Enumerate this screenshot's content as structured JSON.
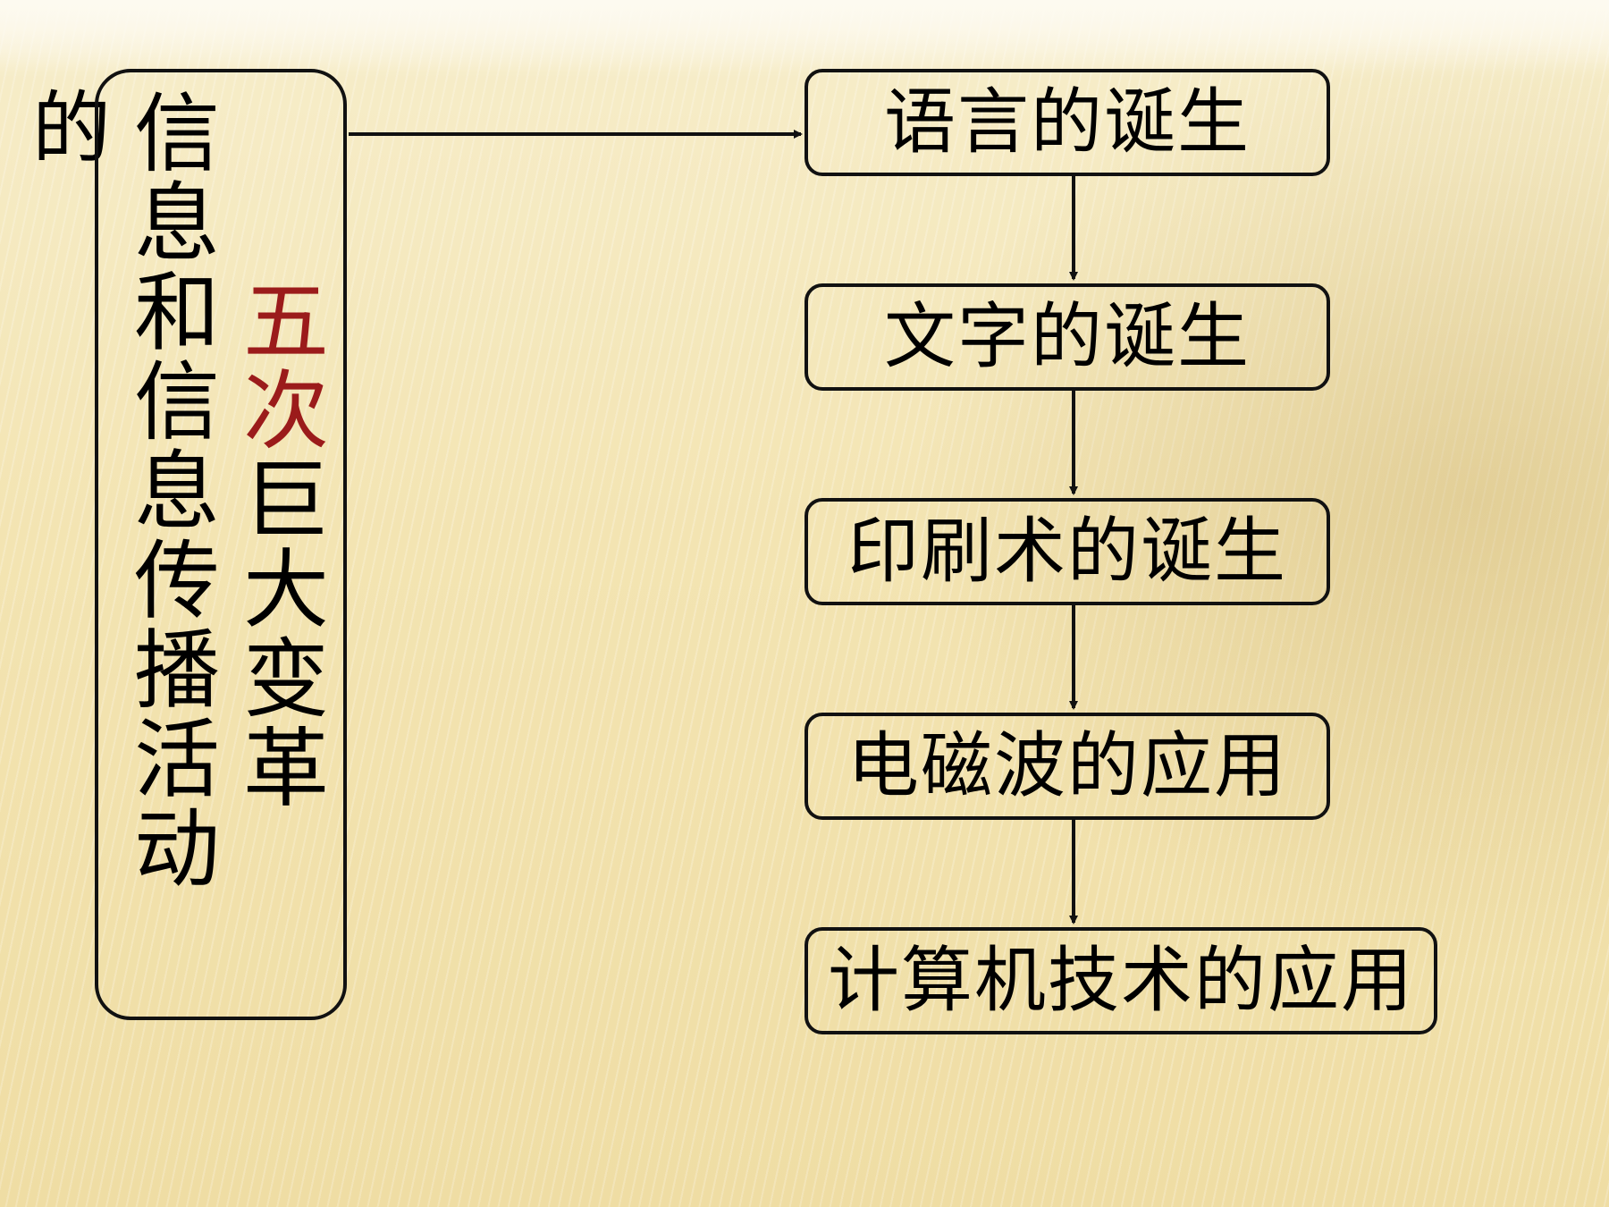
{
  "stray_char": "的",
  "title_column_1": [
    "信",
    "息",
    "和",
    "信",
    "息",
    "传",
    "播",
    "活",
    "动"
  ],
  "title_column_2": [
    {
      "char": "五",
      "emphasis": true
    },
    {
      "char": "次",
      "emphasis": true
    },
    {
      "char": "巨",
      "emphasis": false
    },
    {
      "char": "大",
      "emphasis": false
    },
    {
      "char": "变",
      "emphasis": false
    },
    {
      "char": "革",
      "emphasis": false
    }
  ],
  "stages": [
    "语言的诞生",
    "文字的诞生",
    "印刷术的诞生",
    "电磁波的应用",
    "计算机技术的应用"
  ],
  "colors": {
    "emphasis": "#9b1b1b",
    "text": "#000000",
    "border": "#111111",
    "background": "#f4e6b6"
  }
}
